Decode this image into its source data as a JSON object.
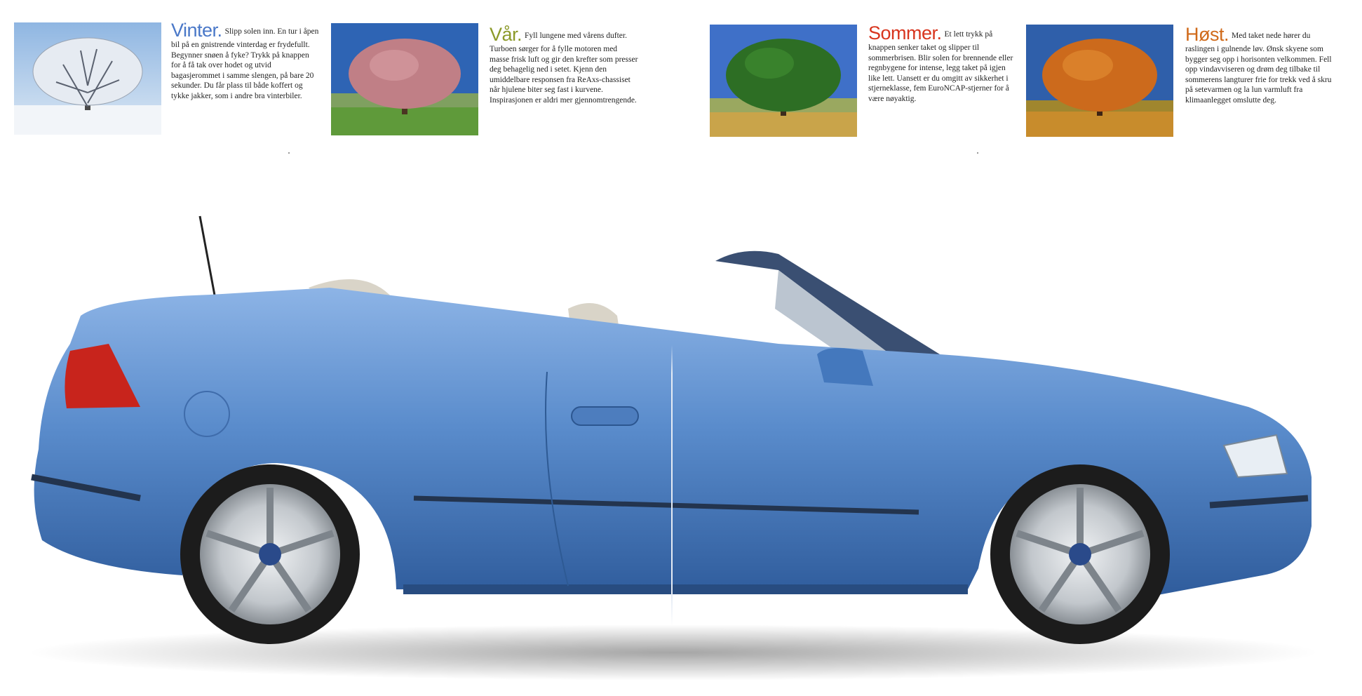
{
  "seasons": [
    {
      "title": "Vinter.",
      "title_color": "#4a78c8",
      "body": "Slipp solen inn. En tur i åpen bil på en gnistrende vinterdag er frydefullt. Begynner snøen å fyke? Trykk på knappen for å få tak over hodet og utvid bagasjerommet i samme slengen, på bare 20 sekunder. Du får plass til både koffert og tykke jakker, som i andre bra vinterbiler."
    },
    {
      "title": "Vår.",
      "title_color": "#8c9a2a",
      "body": "Fyll lungene med vårens dufter. Turboen sørger for å fylle motoren med masse frisk luft og gir den krefter som presser deg behagelig ned i setet. Kjenn den umiddelbare responsen fra ReAxs-chassiset når hjulene biter seg fast i kurvene. Inspirasjonen er aldri mer gjennomtrengende."
    },
    {
      "title": "Sommer.",
      "title_color": "#d8351e",
      "body": "Et lett trykk på knappen senker taket og slipper til sommerbrisen. Blir solen for brennende eller regnbygene for intense, legg taket på igjen like lett. Uansett er du omgitt av sikkerhet i stjerneklasse, fem EuroNCAP-stjerner for å være nøyaktig."
    },
    {
      "title": "Høst.",
      "title_color": "#d06a1a",
      "body": "Med taket nede hører du raslingen i gulnende løv. Ønsk skyene som bygger seg opp i horisonten velkommen. Fell opp vindavviseren og drøm deg tilbake til sommerens langturer frie for trekk ved å skru på setevarmen og la lun varmluft fra klimaanlegget omslutte deg."
    }
  ],
  "icons": {
    "winter": "snow-tree-icon",
    "spring": "blossom-tree-icon",
    "summer": "green-tree-icon",
    "autumn": "autumn-tree-icon"
  },
  "car_color": "#5a8ccc"
}
